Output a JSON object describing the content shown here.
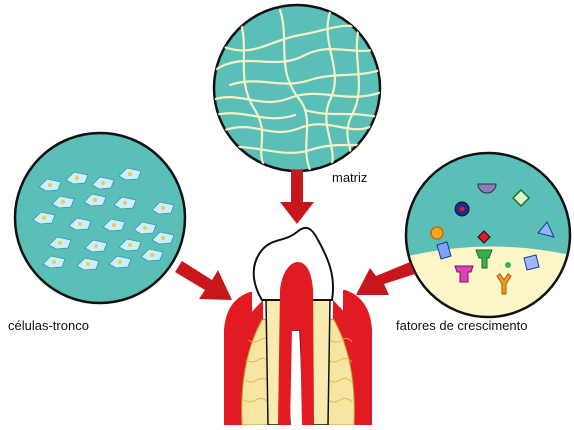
{
  "labels": {
    "matrix": "matriz",
    "stem_cells": "células-tronco",
    "growth_factors": "fatores de crescimento"
  },
  "colors": {
    "circle_fill": "#5ABFB6",
    "circle_stroke": "#111111",
    "arrow": "#C8161D",
    "fiber": "#F4F1C8",
    "cell": "#C9F0FF",
    "cell_nucleus": "#F2C94C",
    "gum": "#E21B23",
    "bone": "#F6E6A2",
    "crown": "#FFFFFF",
    "growth_base": "#FCF6C9"
  },
  "icons": {
    "matrix_circle": "fiber-network",
    "cells_circle": "stem-cells",
    "factors_circle": "growth-factor-particles",
    "tooth": "tooth-cross-section"
  }
}
